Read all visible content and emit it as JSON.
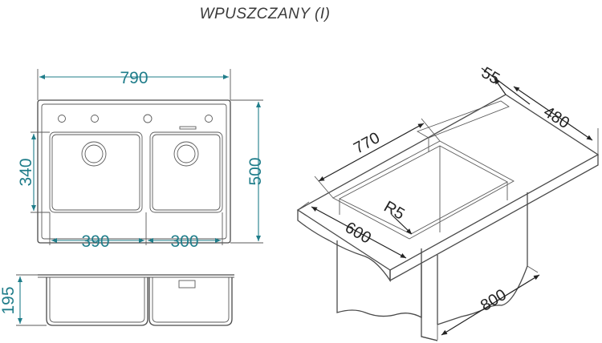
{
  "title": "WPUSZCZANY (I)",
  "top_view": {
    "width_label": "790",
    "height_label": "500",
    "bowl_height_label": "340",
    "left_bowl_label": "390",
    "right_bowl_label": "300"
  },
  "side_view": {
    "depth_label": "195"
  },
  "iso_view": {
    "lip_label": "55",
    "depth_label": "480",
    "length_label": "770",
    "radius_label": "R5",
    "width_label": "600",
    "cabinet_label": "800"
  },
  "colors": {
    "dimension_teal": "#1f7d8a",
    "outline": "#4a4a4a",
    "dimension_dark": "#222222"
  }
}
